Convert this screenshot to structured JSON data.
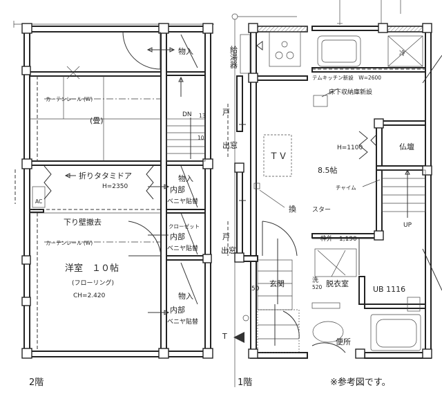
{
  "floors": {
    "second": {
      "caption": "2階",
      "labels": {
        "nyu1": "物入",
        "curtain1": "カーテンレール (W)",
        "tatami": "(畳)",
        "dn": "DN",
        "step13": "13",
        "step10": "10",
        "folddoor": "折りタタミドア",
        "h2350": "H=2350",
        "ac": "AC",
        "nyu2": "物入",
        "naibu1": "内部",
        "veneer1": "ベニヤ貼替",
        "sagari": "下り壁撤去",
        "closet": "クローゼット",
        "naibu2": "内部",
        "veneer2": "ベニヤ貼替",
        "curtain2": "カーテンレール (W)",
        "youshitsu": "洋室　１０帖",
        "flooring": "(フローリング)",
        "ch": "CH=2.420",
        "nyu3": "物入",
        "naibu3": "内部",
        "veneer3": "ベニヤ貼替"
      }
    },
    "first": {
      "caption": "1階",
      "labels": {
        "kyutou": "給湯器",
        "to1": "戸",
        "desou1": "出窓",
        "tv": "ＴＶ",
        "to2": "戸",
        "desou2": "出窓",
        "n50": "50",
        "genkan": "玄関",
        "t": "T"
      }
    },
    "right": {
      "caption": "※参考図です。",
      "labels": {
        "rei": "冷",
        "kitchen": "テムキッチン新設　W=2600",
        "yukashita": "床下収納庫新設",
        "h1100": "H=1100",
        "butsudan": "仏壇",
        "hachigo": "8.5帖",
        "chime": "チャイム",
        "kan": "換",
        "star": "スター",
        "up": "UP",
        "wakugai": "枠外　1,190",
        "sen": "洗",
        "n520": "520",
        "datsui": "脱衣室",
        "ub": "UB 1116",
        "benjo": "便所"
      }
    }
  }
}
